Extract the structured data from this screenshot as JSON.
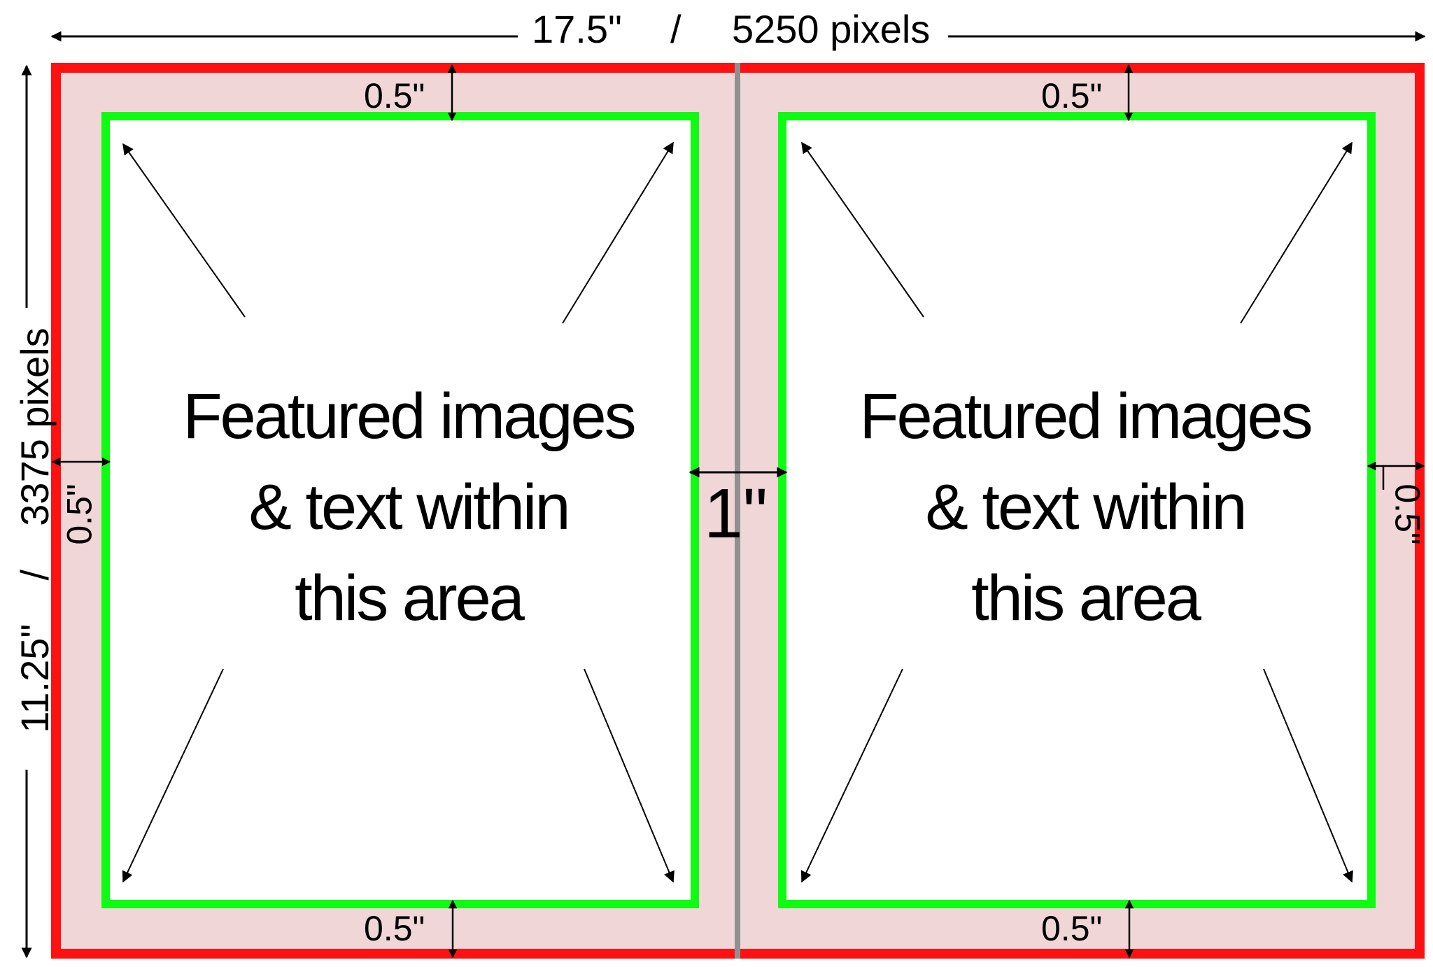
{
  "dimensions": {
    "width_inches": "17.5\"",
    "separator": "/",
    "width_pixels": "5250 pixels",
    "height_inches": "11.25\"",
    "height_pixels": "3375 pixels"
  },
  "margins": {
    "top_left": "0.5\"",
    "top_right": "0.5\"",
    "bottom_left": "0.5\"",
    "bottom_right": "0.5\"",
    "left": "0.5\"",
    "right": "0.5\"",
    "gutter": "1\""
  },
  "panels": [
    {
      "line1": "Featured images",
      "line2": "& text within",
      "line3": "this area"
    },
    {
      "line1": "Featured images",
      "line2": "& text within",
      "line3": "this area"
    }
  ],
  "colors": {
    "bleed_border": "#ff1111",
    "bleed_fill": "#f0d6d7",
    "safe_border": "#0efc12",
    "safe_fill": "#ffffff",
    "spine": "#909090"
  }
}
